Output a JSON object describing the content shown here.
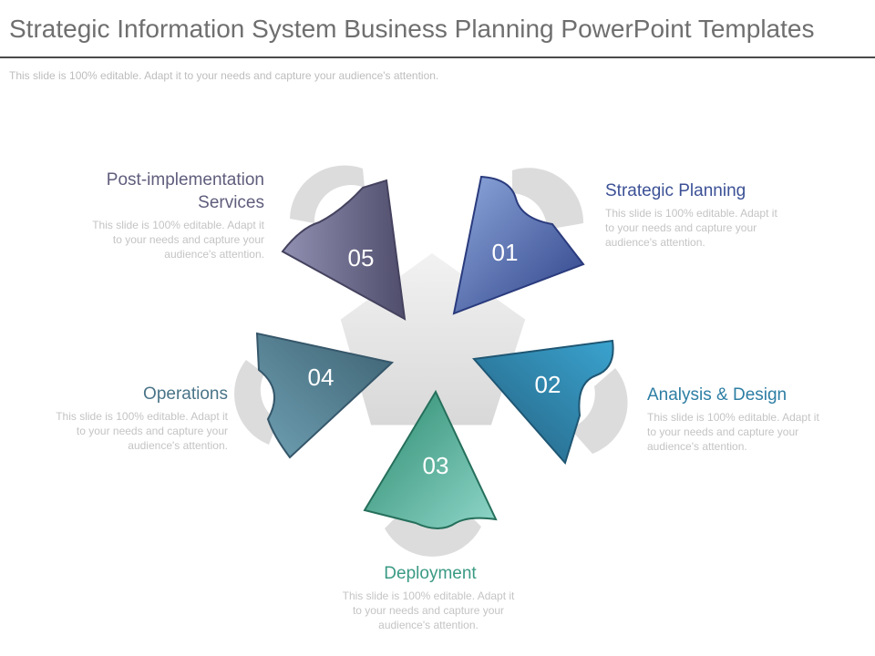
{
  "slide": {
    "title": "Strategic Information System Business Planning PowerPoint Templates",
    "subtitle": "This slide is 100% editable. Adapt it to your needs and capture your audience's attention."
  },
  "colors": {
    "step_01": "#3c5196",
    "step_02": "#2d7ea4",
    "step_03": "#3a9a84",
    "step_04": "#4a7488",
    "step_05": "#5f5d7c",
    "hub": "#e4e4e4",
    "tab": "#dcdcdc"
  },
  "steps": [
    {
      "number": "01",
      "title": "Strategic Planning",
      "desc": "This slide is 100% editable. Adapt it to your needs and capture your audience's attention."
    },
    {
      "number": "02",
      "title": "Analysis & Design",
      "desc": "This slide is 100% editable. Adapt it to your needs and capture your audience's attention."
    },
    {
      "number": "03",
      "title": "Deployment",
      "desc": "This slide is 100% editable. Adapt it to your needs and capture your audience's attention."
    },
    {
      "number": "04",
      "title": "Operations",
      "desc": "This slide is 100% editable. Adapt it to your needs and capture your audience's attention."
    },
    {
      "number": "05",
      "title": "Post-implementation Services",
      "desc": "This slide is 100% editable. Adapt it to your needs and capture your audience's attention."
    }
  ]
}
